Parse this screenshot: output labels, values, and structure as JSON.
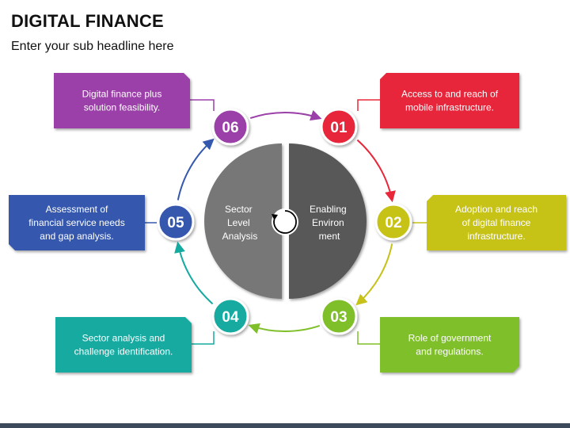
{
  "header": {
    "title": "DIGITAL FINANCE",
    "subtitle": "Enter your sub headline here"
  },
  "center": {
    "left_lines": [
      "Sector",
      "Level",
      "Analysis"
    ],
    "right_lines": [
      "Enabling",
      "Environ",
      "ment"
    ],
    "left_color": "#777777",
    "right_color": "#595959"
  },
  "steps": [
    {
      "num": "01",
      "color": "#e8283a",
      "lines": [
        "Access to and reach of",
        "mobile infrastructure."
      ]
    },
    {
      "num": "02",
      "color": "#c6c219",
      "lines": [
        "Adoption and reach",
        "of digital finance",
        "infrastructure."
      ]
    },
    {
      "num": "03",
      "color": "#7fbf2a",
      "lines": [
        "Role of government",
        "and regulations."
      ]
    },
    {
      "num": "04",
      "color": "#15aaa0",
      "lines": [
        "Sector analysis and",
        "challenge identification."
      ]
    },
    {
      "num": "05",
      "color": "#3458ae",
      "lines": [
        "Assessment of",
        "financial service needs",
        "and gap analysis."
      ]
    },
    {
      "num": "06",
      "color": "#9b40a8",
      "lines": [
        "Digital finance plus",
        "solution feasibility."
      ]
    }
  ]
}
